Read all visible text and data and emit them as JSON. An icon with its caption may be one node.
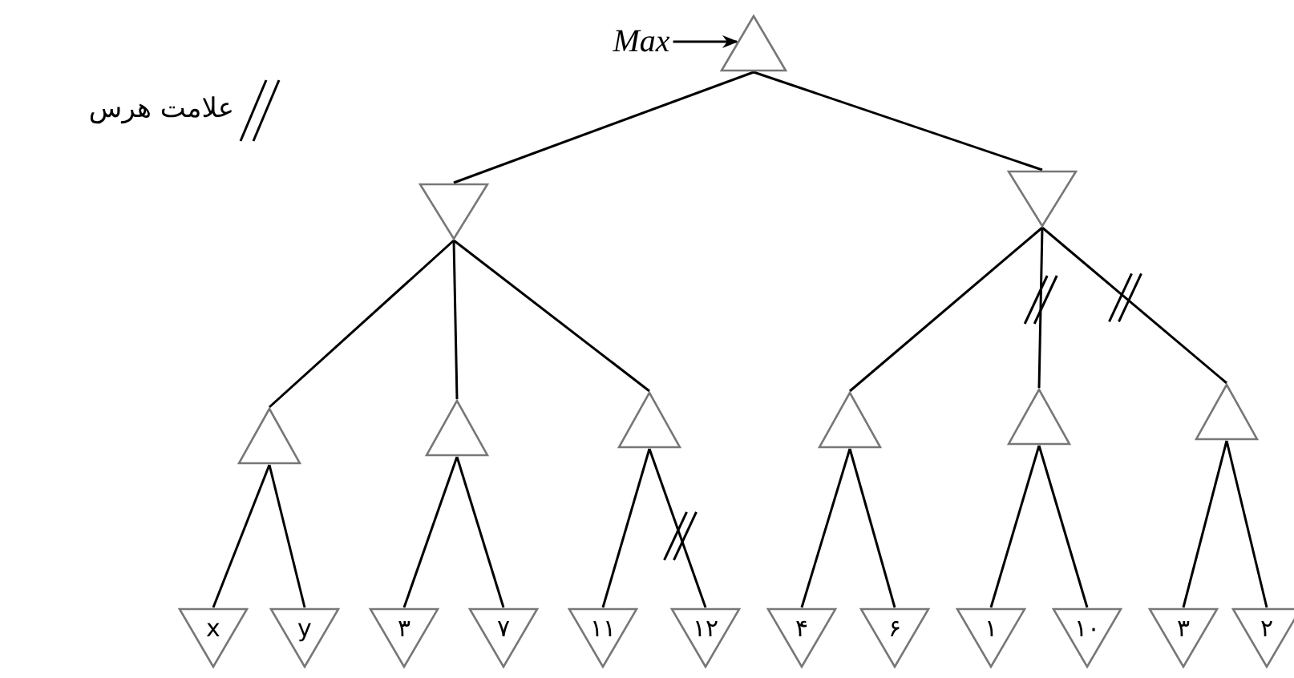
{
  "diagram": {
    "nodes": [
      {
        "text": [
          "Max"
        ]
      },
      {
        "text": [],
        "shape": "triangle"
      },
      {
        "text": [],
        "shape": "triangle"
      },
      {
        "text": [],
        "shape": "triangle"
      },
      {
        "text": [],
        "shape": "triangle"
      },
      {
        "text": [],
        "shape": "triangle"
      },
      {
        "text": [],
        "shape": "triangle"
      },
      {
        "text": [],
        "shape": "triangle"
      },
      {
        "text": [],
        "shape": "triangle"
      },
      {
        "text": [],
        "shape": "triangle"
      },
      {
        "text": [
          "x"
        ]
      },
      {
        "text": [
          "y"
        ]
      },
      {
        "text": [
          "۳"
        ]
      },
      {
        "text": [
          "۷"
        ]
      },
      {
        "text": [
          "۱۱"
        ]
      },
      {
        "text": [
          "۱۲"
        ]
      },
      {
        "text": [
          "۴"
        ]
      },
      {
        "text": [
          "۶"
        ]
      },
      {
        "text": [
          "۱"
        ]
      },
      {
        "text": [
          "۱۰"
        ]
      },
      {
        "text": [
          "۳"
        ]
      },
      {
        "text": [
          "۲"
        ]
      }
    ],
    "edges": [
      {
        "from": 0,
        "to": 1,
        "arrow": "to"
      },
      {
        "from": 1,
        "to": 2,
        "arrow": "none"
      },
      {
        "from": 1,
        "to": 3,
        "arrow": "none"
      },
      {
        "from": 2,
        "to": 4,
        "arrow": "none"
      },
      {
        "from": 2,
        "to": 5,
        "arrow": "none"
      },
      {
        "from": 2,
        "to": 6,
        "arrow": "none"
      },
      {
        "from": 3,
        "to": 7,
        "arrow": "none"
      },
      {
        "from": 3,
        "to": 8,
        "arrow": "none"
      },
      {
        "from": 3,
        "to": 9,
        "arrow": "none"
      },
      {
        "from": 4,
        "to": 10,
        "arrow": "none"
      },
      {
        "from": 4,
        "to": 11,
        "arrow": "none"
      },
      {
        "from": 5,
        "to": 12,
        "arrow": "none"
      },
      {
        "from": 5,
        "to": 13,
        "arrow": "none"
      },
      {
        "from": 6,
        "to": 14,
        "arrow": "none"
      },
      {
        "from": 6,
        "to": 15,
        "arrow": "none"
      },
      {
        "from": 7,
        "to": 16,
        "arrow": "none"
      },
      {
        "from": 7,
        "to": 17,
        "arrow": "none"
      },
      {
        "from": 8,
        "to": 18,
        "arrow": "none"
      },
      {
        "from": 8,
        "to": 19,
        "arrow": "none"
      },
      {
        "from": 9,
        "to": 20,
        "arrow": "none"
      },
      {
        "from": 9,
        "to": 21,
        "arrow": "none"
      }
    ],
    "legend": [
      {
        "text": "علامت هرس"
      }
    ]
  }
}
